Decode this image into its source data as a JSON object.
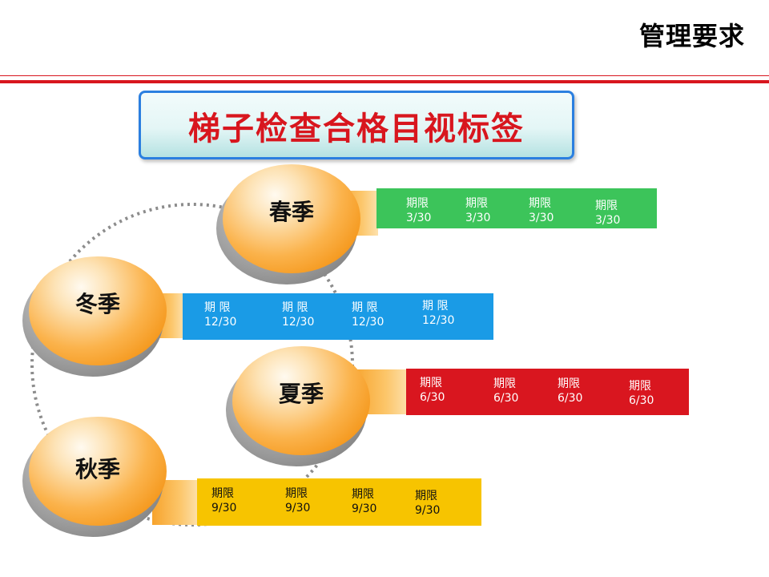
{
  "header": {
    "title": "管理要求"
  },
  "banner": {
    "title": "梯子检查合格目视标签"
  },
  "seasons": {
    "spring": {
      "name": "春季",
      "color": "#3cc45a",
      "tags": [
        {
          "label": "期限",
          "date": "3/30"
        },
        {
          "label": "期限",
          "date": "3/30"
        },
        {
          "label": "期限",
          "date": "3/30"
        },
        {
          "label": "期限",
          "date": "3/30"
        }
      ]
    },
    "winter": {
      "name": "冬季",
      "color": "#1a9be6",
      "tags": [
        {
          "label": "期 限",
          "date": "12/30"
        },
        {
          "label": "期 限",
          "date": "12/30"
        },
        {
          "label": "期 限",
          "date": "12/30"
        },
        {
          "label": "期 限",
          "date": "12/30"
        }
      ]
    },
    "summer": {
      "name": "夏季",
      "color": "#d9161f",
      "tags": [
        {
          "label": "期限",
          "date": "6/30"
        },
        {
          "label": "期限",
          "date": "6/30"
        },
        {
          "label": "期限",
          "date": "6/30"
        },
        {
          "label": "期限",
          "date": "6/30"
        }
      ]
    },
    "autumn": {
      "name": "秋季",
      "color": "#f7c400",
      "tags": [
        {
          "label": "期限",
          "date": "9/30"
        },
        {
          "label": "期限",
          "date": "9/30"
        },
        {
          "label": "期限",
          "date": "9/30"
        },
        {
          "label": "期限",
          "date": "9/30"
        }
      ]
    }
  }
}
